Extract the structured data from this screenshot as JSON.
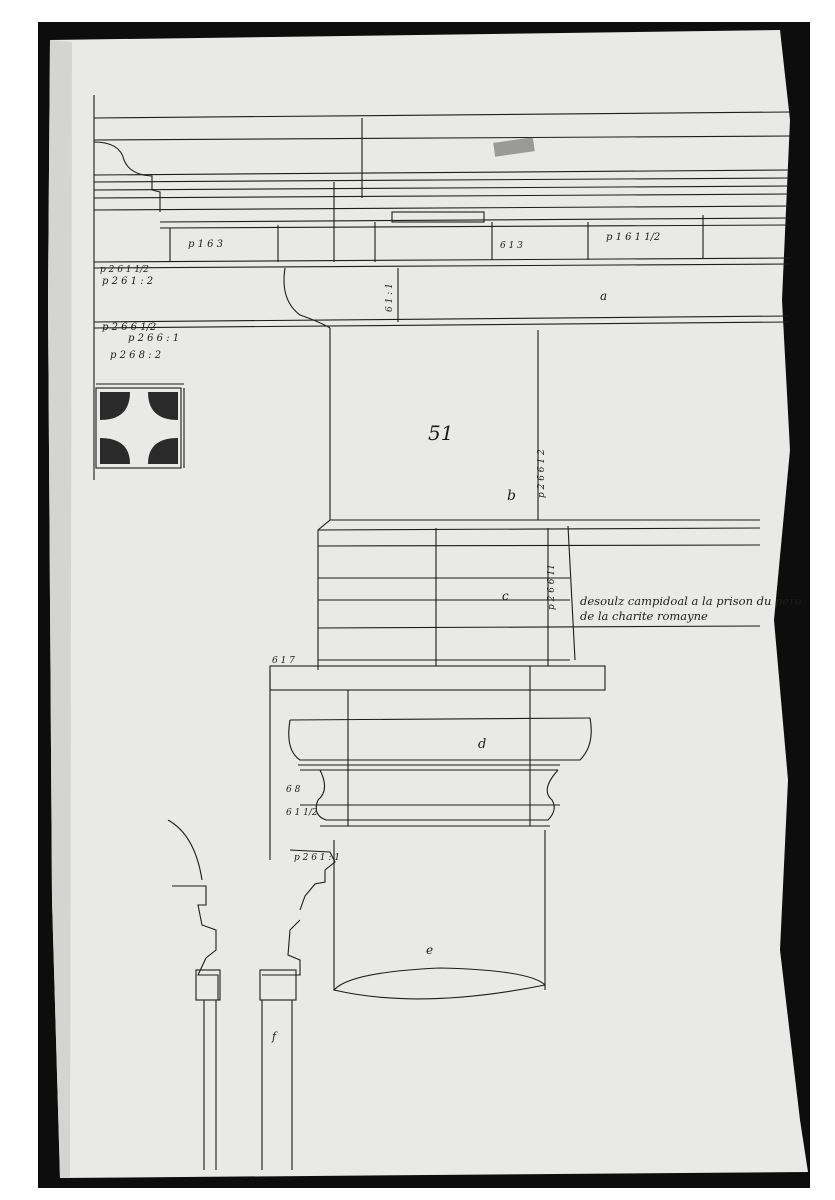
{
  "sheet": {
    "colors": {
      "mount": "#0d0d0d",
      "paper": "#e9e9e7",
      "paper_shadow": "#d4d4d2",
      "ink": "#1c1c1c"
    },
    "annotations": {
      "page_number": "51",
      "note_line_1": "desoulz campidoal a la prison du pere",
      "note_line_2": "de la charite romayne",
      "label_a": "a",
      "label_b": "b",
      "label_c": "c",
      "label_d": "d",
      "label_e": "e",
      "label_f": "f"
    },
    "dimensions": {
      "d1": "p 2 6 1 : 2",
      "d2": "p 2 6 6 1/2",
      "d3": "p 2 6 6 : 1",
      "d4": "p 2 6 8 : 2",
      "d5": "p 1 6 3",
      "d6": "p 1 6 1 1/2",
      "d7": "p 2 6 1 1/2",
      "d8": "p 2 6 6 11",
      "d9": "6 1 : 1",
      "d10": "6 1 7",
      "d11": "6 8",
      "d12": "6 1 1/2",
      "d13": "p 2 6 6 1 2",
      "d14": "p 2 6 1 : 1",
      "d15": "6 1 3"
    }
  }
}
